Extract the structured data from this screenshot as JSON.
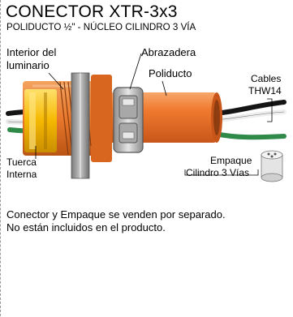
{
  "header": {
    "title": "CONECTOR XTR-3x3",
    "subtitle": "POLIDUCTO ½\" - NÚCLEO CILINDRO 3 VÍA"
  },
  "diagram": {
    "labels": {
      "interior_line1": "Interior del",
      "interior_line2": "luminario",
      "abrazadera": "Abrazadera",
      "poliducto": "Poliducto",
      "cables_line1": "Cables",
      "cables_line2": "THW14",
      "tuerca_line1": "Tuerca",
      "tuerca_line2": "Interna",
      "empaque_line1": "Empaque",
      "empaque_line2": "Cilindro 3 Vías"
    },
    "colors": {
      "conduit": "#f07a2e",
      "nut": "#f5b800",
      "wire_green": "#2f8a4a",
      "wire_black": "#151515",
      "wire_white": "#f2f2f2",
      "clamp": "#b8b8b8"
    }
  },
  "footer": {
    "note_line1": "Conector y Empaque se venden por separado.",
    "note_line2": "No están incluidos en el producto."
  }
}
